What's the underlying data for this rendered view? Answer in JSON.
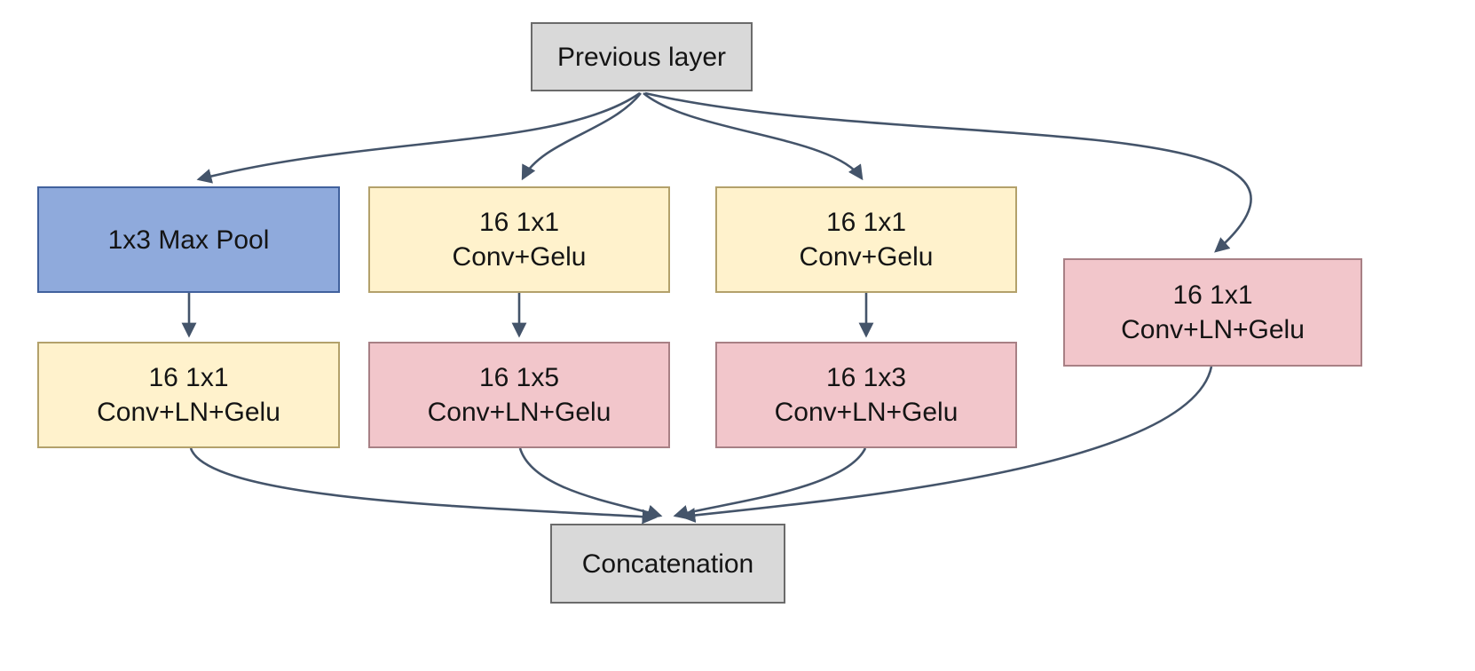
{
  "diagram": {
    "type": "neural-network-inception-block",
    "arrow_color": "#44546a",
    "nodes": {
      "previous_layer": {
        "label": "Previous layer",
        "fill": "#d9d9d9",
        "border": "#6b6b6b"
      },
      "max_pool": {
        "label": "1x3 Max Pool",
        "fill": "#8faadc",
        "border": "#41619d"
      },
      "branch2_top": {
        "label": "16 1x1\nConv+Gelu",
        "fill": "#fff2cc",
        "border": "#b3a16b"
      },
      "branch3_top": {
        "label": "16 1x1\nConv+Gelu",
        "fill": "#fff2cc",
        "border": "#b3a16b"
      },
      "branch4_conv": {
        "label": "16 1x1\nConv+LN+Gelu",
        "fill": "#f2c6cb",
        "border": "#a88085"
      },
      "branch1_bottom": {
        "label": "16 1x1\nConv+LN+Gelu",
        "fill": "#fff2cc",
        "border": "#b3a16b"
      },
      "branch2_bottom": {
        "label": "16 1x5\nConv+LN+Gelu",
        "fill": "#f2c6cb",
        "border": "#a88085"
      },
      "branch3_bottom": {
        "label": "16 1x3\nConv+LN+Gelu",
        "fill": "#f2c6cb",
        "border": "#a88085"
      },
      "concatenation": {
        "label": "Concatenation",
        "fill": "#d9d9d9",
        "border": "#6b6b6b"
      }
    },
    "edges": [
      {
        "from": "previous_layer",
        "to": "max_pool"
      },
      {
        "from": "previous_layer",
        "to": "branch2_top"
      },
      {
        "from": "previous_layer",
        "to": "branch3_top"
      },
      {
        "from": "previous_layer",
        "to": "branch4_conv"
      },
      {
        "from": "max_pool",
        "to": "branch1_bottom"
      },
      {
        "from": "branch2_top",
        "to": "branch2_bottom"
      },
      {
        "from": "branch3_top",
        "to": "branch3_bottom"
      },
      {
        "from": "branch1_bottom",
        "to": "concatenation"
      },
      {
        "from": "branch2_bottom",
        "to": "concatenation"
      },
      {
        "from": "branch3_bottom",
        "to": "concatenation"
      },
      {
        "from": "branch4_conv",
        "to": "concatenation"
      }
    ]
  }
}
